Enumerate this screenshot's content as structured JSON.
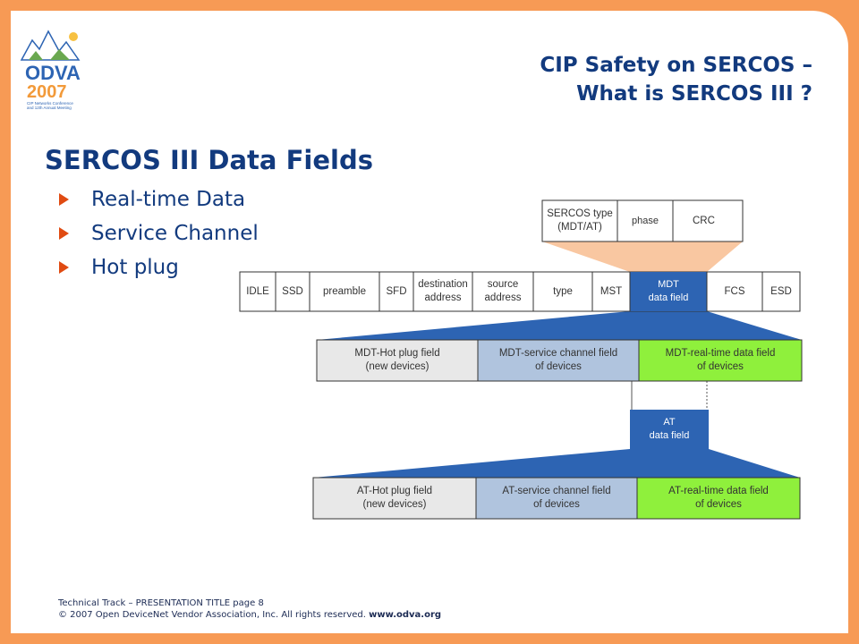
{
  "header": {
    "line1": "CIP Safety on SERCOS –",
    "line2": "What is SERCOS III ?"
  },
  "logo": {
    "text": "ODVA",
    "year": "2007",
    "tagline1": "CIP Networks Conference",
    "tagline2": "and 12th Annual Meeting"
  },
  "title": "SERCOS III  Data Fields",
  "bullets": [
    "Real-time Data",
    "Service Channel",
    "Hot plug"
  ],
  "frame_fields": {
    "idle": "IDLE",
    "ssd": "SSD",
    "preamble": "preamble",
    "sfd": "SFD",
    "destination": [
      "destination",
      "address"
    ],
    "source": [
      "source",
      "address"
    ],
    "type": "type",
    "mst": "MST",
    "mdt": [
      "MDT",
      "data field"
    ],
    "fcs": "FCS",
    "esd": "ESD"
  },
  "header_fields": {
    "sercos_type": [
      "SERCOS type",
      "(MDT/AT)"
    ],
    "phase": "phase",
    "crc": "CRC"
  },
  "mdt_fields": {
    "hot_plug": [
      "MDT-Hot plug field",
      "(new devices)"
    ],
    "service": [
      "MDT-service channel field",
      "of devices"
    ],
    "realtime": [
      "MDT-real-time  data field",
      "of devices"
    ]
  },
  "at_field": [
    "AT",
    "data field"
  ],
  "at_fields": {
    "hot_plug": [
      "AT-Hot plug field",
      "(new devices)"
    ],
    "service": [
      "AT-service channel field",
      "of devices"
    ],
    "realtime": [
      "AT-real-time  data field",
      "of devices"
    ]
  },
  "footer": {
    "line1": "Technical Track – PRESENTATION TITLE  page 8",
    "line2": "© 2007 Open DeviceNet Vendor Association, Inc.   All rights reserved.",
    "link": "www.odva.org"
  },
  "colors": {
    "border": "#f79a55",
    "title": "#123a7e",
    "arrow": "#e04b12",
    "frame_blue": "#2d64b3",
    "funnel_peach": "#f9c7a1",
    "hot_plug": "#e8e8e8",
    "service": "#b0c4de",
    "realtime": "#8ff03c"
  }
}
